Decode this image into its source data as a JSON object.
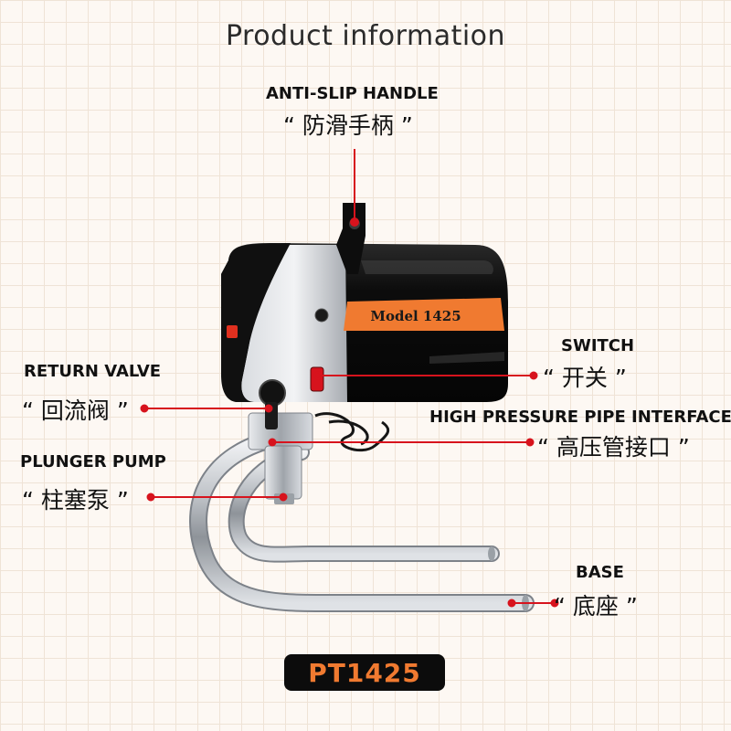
{
  "title": "Product  information",
  "product": {
    "model_label": "Model 1425",
    "model_code": "PT1425"
  },
  "callouts": {
    "handle": {
      "en": "ANTI-SLIP HANDLE",
      "cn": "“ 防滑手柄 ”"
    },
    "return_valve": {
      "en": "RETURN VALVE",
      "cn": "“ 回流阀 ”"
    },
    "plunger_pump": {
      "en": "PLUNGER PUMP",
      "cn": "“ 柱塞泵 ”"
    },
    "switch": {
      "en": "SWITCH",
      "cn": "“ 开关 ”"
    },
    "hp_interface": {
      "en": "HIGH PRESSURE PIPE INTERFACE",
      "cn": "“ 高压管接口 ”"
    },
    "base": {
      "en": "BASE",
      "cn": "“ 底座 ”"
    }
  },
  "colors": {
    "callout_line": "#d7131d",
    "body_black": "#0e0e0e",
    "label_orange": "#f07a30",
    "chrome": "#b8bcc2"
  }
}
